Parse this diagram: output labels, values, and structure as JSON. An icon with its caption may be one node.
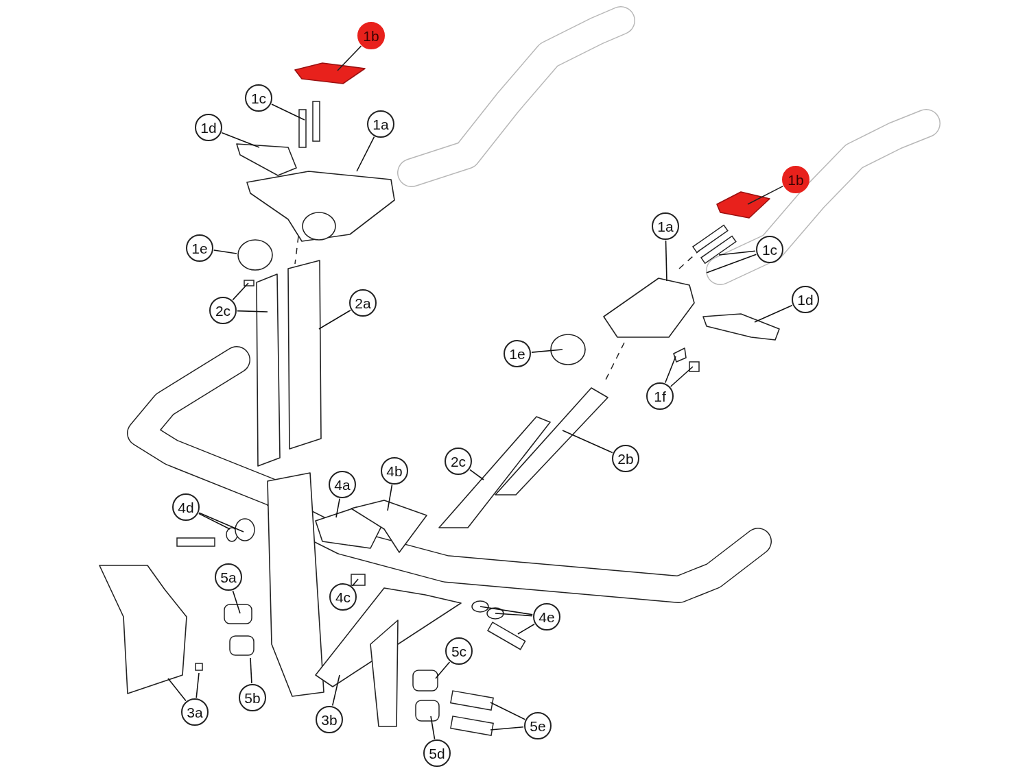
{
  "diagram": {
    "nodes": [
      {
        "text": [
          "1b"
        ]
      },
      {
        "text": [
          "1c"
        ]
      },
      {
        "text": [
          "1d"
        ]
      },
      {
        "text": [
          "1a"
        ]
      },
      {
        "text": [
          "1e"
        ]
      },
      {
        "text": [
          "2c"
        ]
      },
      {
        "text": [
          "2a"
        ]
      },
      {
        "text": [
          "1b"
        ]
      },
      {
        "text": [
          "1a"
        ]
      },
      {
        "text": [
          "1c"
        ]
      },
      {
        "text": [
          "1d"
        ]
      },
      {
        "text": [
          "1e"
        ]
      },
      {
        "text": [
          "1f"
        ]
      },
      {
        "text": [
          "2c"
        ]
      },
      {
        "text": [
          "2b"
        ]
      },
      {
        "text": [
          "4b"
        ]
      },
      {
        "text": [
          "4a"
        ]
      },
      {
        "text": [
          "4d"
        ]
      },
      {
        "text": [
          "5a"
        ]
      },
      {
        "text": [
          "4c"
        ]
      },
      {
        "text": [
          "4e"
        ]
      },
      {
        "text": [
          "5c"
        ]
      },
      {
        "text": [
          "5b"
        ]
      },
      {
        "text": [
          "3a"
        ]
      },
      {
        "text": [
          "3b"
        ]
      },
      {
        "text": [
          "5e"
        ]
      },
      {
        "text": [
          "5d"
        ]
      }
    ],
    "edges": [
      {
        "from": 0,
        "to": null,
        "arrow": "none"
      },
      {
        "from": 1,
        "to": null,
        "arrow": "none"
      },
      {
        "from": 2,
        "to": null,
        "arrow": "none"
      },
      {
        "from": 3,
        "to": null,
        "arrow": "none"
      },
      {
        "from": 4,
        "to": null,
        "arrow": "none"
      },
      {
        "from": 5,
        "to": null,
        "arrow": "none"
      },
      {
        "from": 5,
        "to": null,
        "arrow": "none"
      },
      {
        "from": 6,
        "to": null,
        "arrow": "none"
      },
      {
        "from": 7,
        "to": null,
        "arrow": "none"
      },
      {
        "from": 8,
        "to": null,
        "arrow": "none"
      },
      {
        "from": 9,
        "to": null,
        "arrow": "none"
      },
      {
        "from": 9,
        "to": null,
        "arrow": "none"
      },
      {
        "from": 10,
        "to": null,
        "arrow": "none"
      },
      {
        "from": 11,
        "to": null,
        "arrow": "none"
      },
      {
        "from": 12,
        "to": null,
        "arrow": "none"
      },
      {
        "from": 12,
        "to": null,
        "arrow": "none"
      },
      {
        "from": 13,
        "to": null,
        "arrow": "none"
      },
      {
        "from": 14,
        "to": null,
        "arrow": "none"
      },
      {
        "from": 15,
        "to": null,
        "arrow": "none"
      },
      {
        "from": 16,
        "to": null,
        "arrow": "none"
      },
      {
        "from": 17,
        "to": null,
        "arrow": "none"
      },
      {
        "from": 17,
        "to": null,
        "arrow": "none"
      },
      {
        "from": 18,
        "to": null,
        "arrow": "none"
      },
      {
        "from": 19,
        "to": null,
        "arrow": "none"
      },
      {
        "from": 20,
        "to": null,
        "arrow": "none"
      },
      {
        "from": 20,
        "to": null,
        "arrow": "none"
      },
      {
        "from": 20,
        "to": null,
        "arrow": "none"
      },
      {
        "from": 21,
        "to": null,
        "arrow": "none"
      },
      {
        "from": 22,
        "to": null,
        "arrow": "none"
      },
      {
        "from": 23,
        "to": null,
        "arrow": "none"
      },
      {
        "from": 23,
        "to": null,
        "arrow": "none"
      },
      {
        "from": 24,
        "to": null,
        "arrow": "none"
      },
      {
        "from": 25,
        "to": null,
        "arrow": "none"
      },
      {
        "from": 25,
        "to": null,
        "arrow": "none"
      },
      {
        "from": 26,
        "to": null,
        "arrow": "none"
      }
    ]
  }
}
